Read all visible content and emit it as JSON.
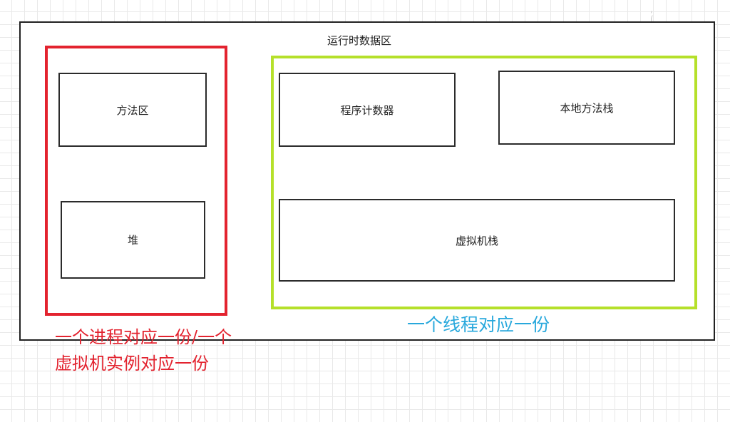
{
  "diagram": {
    "outer_title": "运行时数据区",
    "shared_group": {
      "caption": "一个进程对应一份/一个虚拟机实例对应一份",
      "boxes": [
        "方法区",
        "堆"
      ]
    },
    "per_thread_group": {
      "caption": "一个线程对应一份",
      "boxes": [
        "程序计数器",
        "本地方法栈",
        "虚拟机栈"
      ]
    }
  },
  "colors": {
    "shared_frame": "#e3232f",
    "per_thread_frame": "#b5e02a",
    "per_thread_caption": "#28a8dc",
    "box_border": "#2b2b2b"
  }
}
